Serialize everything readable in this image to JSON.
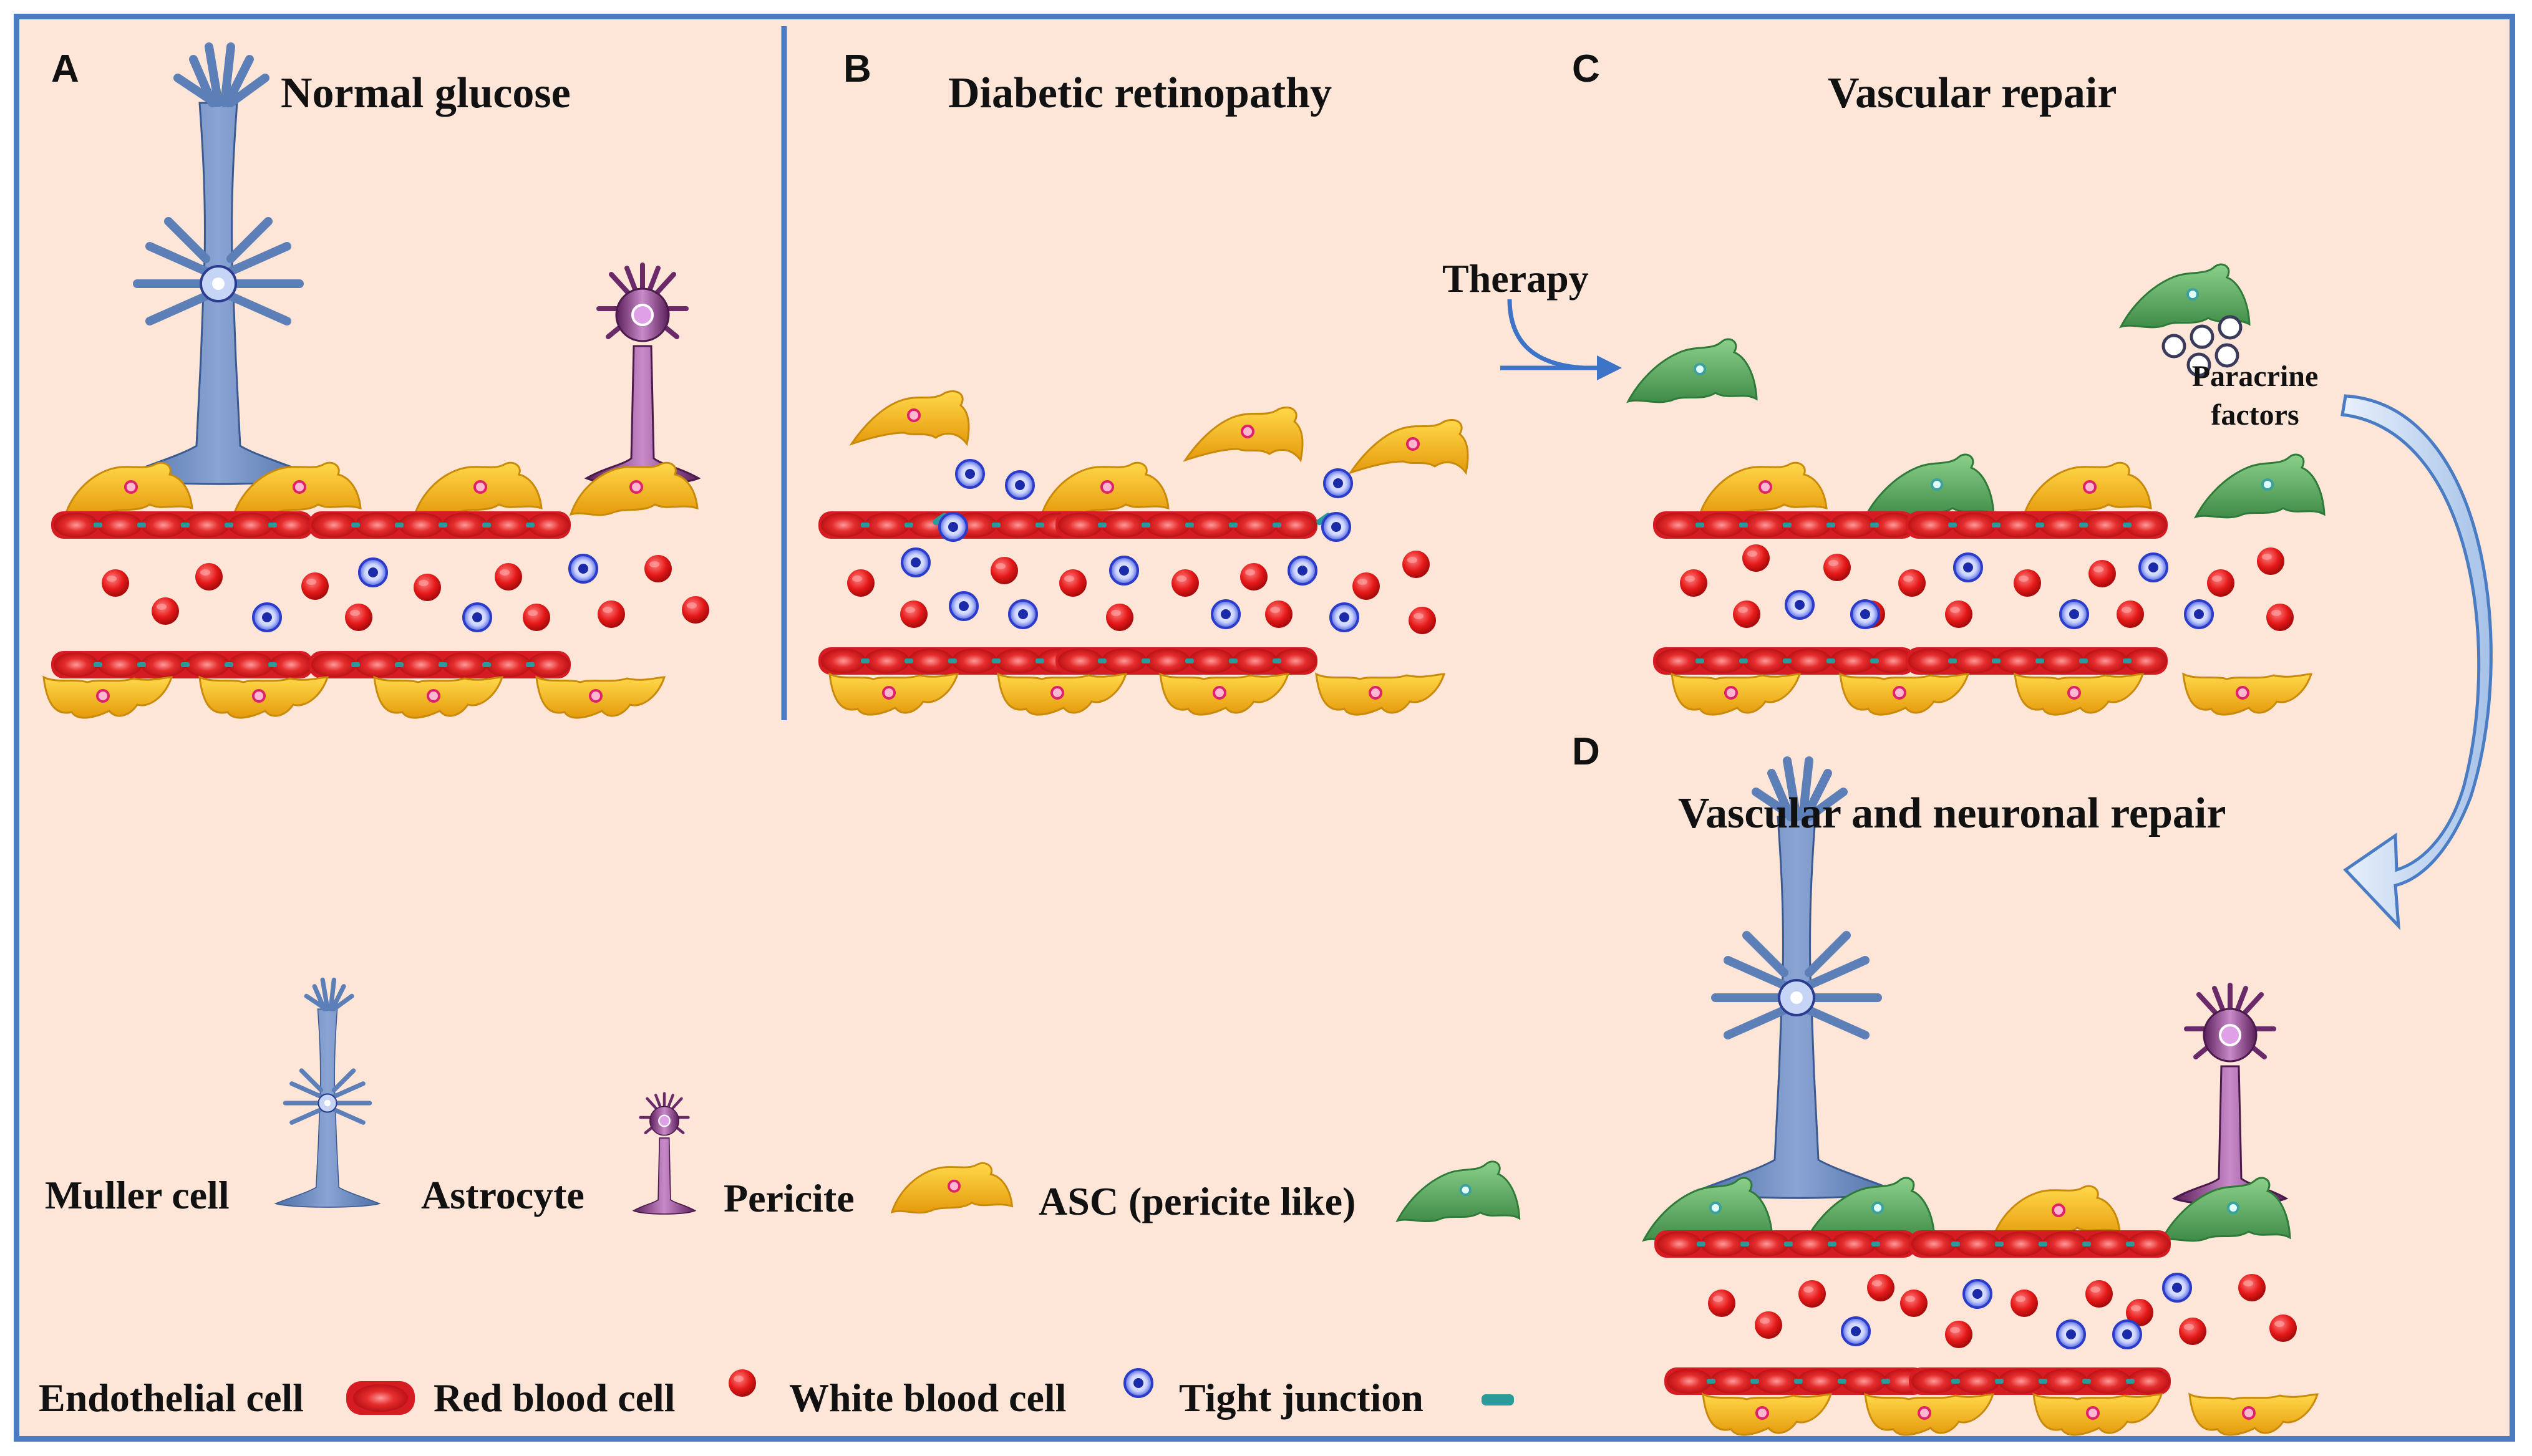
{
  "panels": {
    "a": {
      "letter": "A",
      "title": "Normal glucose"
    },
    "b": {
      "letter": "B",
      "title": "Diabetic retinopathy"
    },
    "c": {
      "letter": "C",
      "title": "Vascular repair"
    },
    "d": {
      "letter": "D",
      "title": "Vascular and neuronal  repair"
    }
  },
  "annotations": {
    "therapy": "Therapy",
    "paracrine_line1": "Paracrine",
    "paracrine_line2": "factors"
  },
  "legend": {
    "muller": "Muller cell",
    "astrocyte": "Astrocyte",
    "pericite": "Pericite",
    "asc": "ASC (pericite like)",
    "endothelial": "Endothelial cell",
    "rbc": "Red blood cell",
    "wbc": "White blood cell",
    "tight": "Tight junction"
  },
  "colors": {
    "border": "#4a7cc4",
    "background": "#fde5d8",
    "endothelial": "#e0202a",
    "red_blood_cell": "#e01818",
    "white_blood_cell": "#3a4fd0",
    "pericite": "#f4b81c",
    "asc": "#5aa860",
    "muller": "#5c7fb8",
    "astrocyte": "#6a2a6a",
    "tight_junction": "#2a9a9a",
    "arrow": "#5a8cd0"
  }
}
